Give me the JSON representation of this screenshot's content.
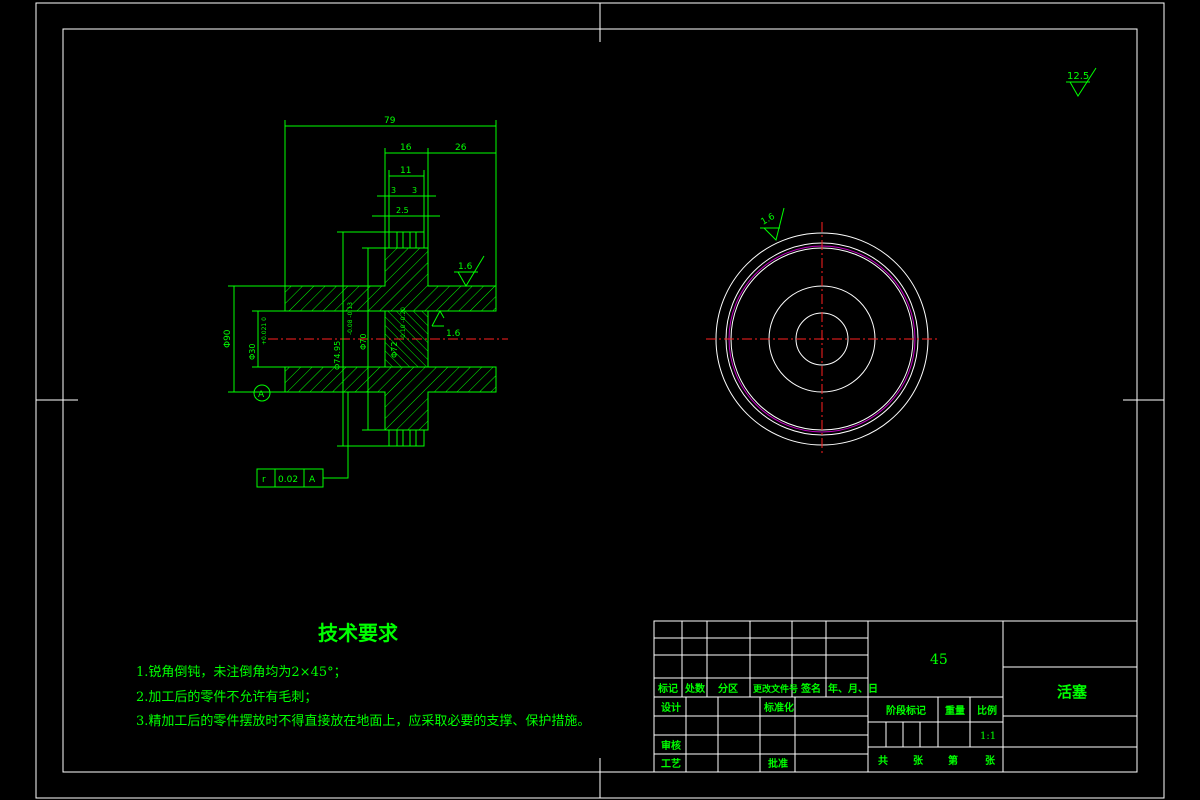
{
  "drawing": {
    "roughness_global": "12.5",
    "roughness_face": "1.6",
    "roughness_bore": "1.6",
    "roughness_circle": "1.6",
    "dims": {
      "overall_len": "79",
      "flange_w": "16",
      "right_len": "26",
      "groove_span": "11",
      "groove_w1": "3",
      "groove_w2": "3",
      "groove_pitch": "2.5",
      "d_outer": "Φ90",
      "d_bore": "Φ30",
      "d_bore_tol": "+0.021 0",
      "d_flange": "Φ74.95",
      "d_flange_tol": "-0.08 -0.13",
      "d_hub": "Φ70",
      "d_groove": "Φ72",
      "d_groove_tol": "-0.10 -0.20"
    },
    "datum_label": "A",
    "gtol": {
      "symbol": "r",
      "value": "0.02",
      "datum": "A"
    }
  },
  "tech_req": {
    "title": "技术要求",
    "items": [
      "1.锐角倒钝，未注倒角均为2×45°；",
      "2.加工后的零件不允许有毛刺；",
      "3.精加工后的零件摆放时不得直接放在地面上，应采取必要的支撑、保护措施。"
    ]
  },
  "title_block": {
    "material": "45",
    "part_name": "活塞",
    "headers": [
      "标记",
      "处数",
      "分区",
      "更改文件号",
      "签名",
      "年、月、日"
    ],
    "design": "设计",
    "standardize": "标准化",
    "review": "审核",
    "process": "工艺",
    "approve": "批准",
    "stage_mark": "阶段标记",
    "weight": "重量",
    "scale_label": "比例",
    "scale": "1:1",
    "total": "共",
    "sheet1": "张",
    "page": "第",
    "sheet2": "张"
  }
}
